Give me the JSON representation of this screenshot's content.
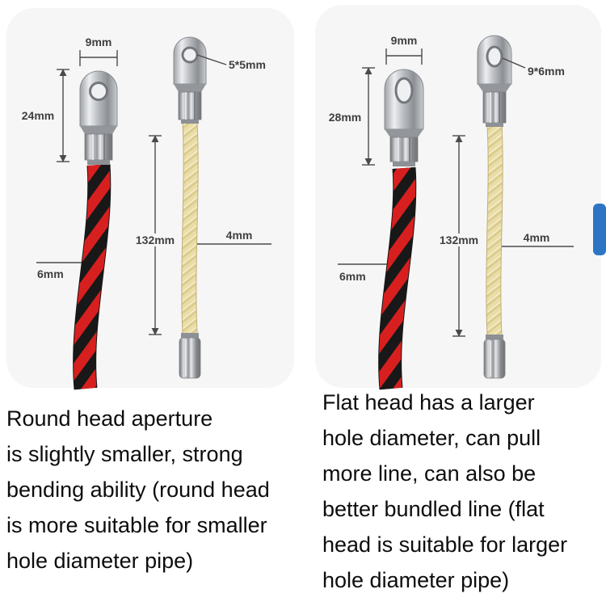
{
  "left_panel": {
    "dims": {
      "head_width": "9mm",
      "head_height": "24mm",
      "hole_size": "5*5mm",
      "cable_length": "132mm",
      "rope_diameter": "4mm",
      "cable_diameter": "6mm"
    },
    "caption_lines": [
      "Round head aperture",
      "is slightly smaller, strong",
      "bending ability (round head",
      "is more suitable for smaller",
      "hole diameter pipe)"
    ]
  },
  "right_panel": {
    "dims": {
      "head_width": "9mm",
      "head_height": "28mm",
      "hole_size": "9*6mm",
      "cable_length": "132mm",
      "rope_diameter": "4mm",
      "cable_diameter": "6mm"
    },
    "caption_lines": [
      "Flat head has a larger",
      "hole diameter, can pull",
      "more line, can also be",
      "better bundled line (flat",
      "head is suitable for larger",
      "hole diameter pipe)"
    ]
  },
  "colors": {
    "page_bg": "#ffffff",
    "panel_bg": "#f6f6f6",
    "cable_red": "#d81f1f",
    "cable_black": "#181818",
    "rope_yellow": "#e9dda8",
    "metal_silver": "#b7babe",
    "accent_blue": "#2c75c5",
    "dimension_text": "#3f3f3f"
  }
}
